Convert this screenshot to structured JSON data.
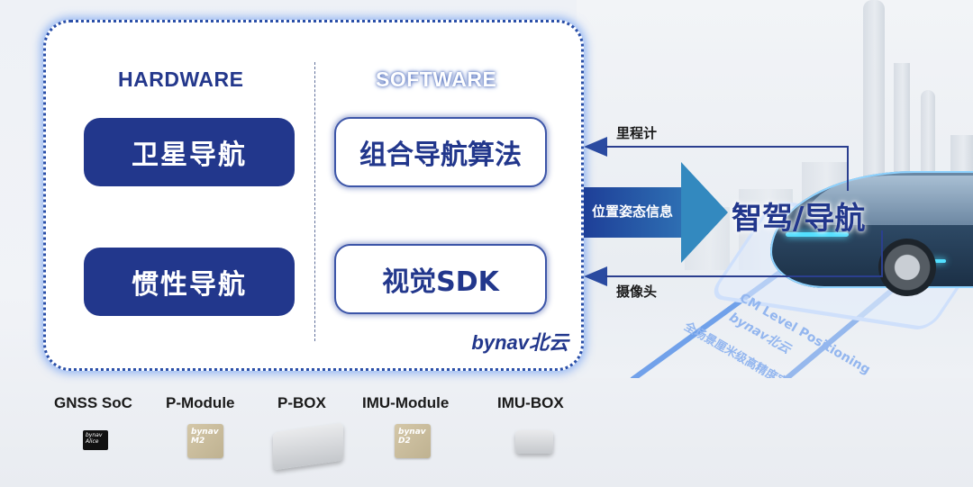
{
  "panel": {
    "hardware_title": "HARDWARE",
    "software_title": "SOFTWARE",
    "hardware_items": [
      "卫星导航",
      "惯性导航"
    ],
    "software_items": [
      "组合导航算法",
      "视觉SDK"
    ],
    "logo": "bynav北云"
  },
  "flows": {
    "odometer_label": "里程计",
    "output_label": "位置姿态信息",
    "camera_label": "摄像头"
  },
  "target": {
    "title": "智驾/导航"
  },
  "pad_text": {
    "line1": "CM Level Positioning",
    "line2": "bynav北云",
    "line3": "全场景厘米级高精度定位"
  },
  "products": [
    {
      "label": "GNSS SoC",
      "thumb_text": "bynav Alice"
    },
    {
      "label": "P-Module",
      "thumb_text": "bynav M2"
    },
    {
      "label": "P-BOX",
      "thumb_text": ""
    },
    {
      "label": "IMU-Module",
      "thumb_text": "bynav D2"
    },
    {
      "label": "IMU-BOX",
      "thumb_text": ""
    }
  ],
  "colors": {
    "brand_navy": "#22378c",
    "panel_glow": "#4a86f0",
    "arrow_gradient_start": "#1e3f98",
    "arrow_gradient_end": "#3389bf"
  }
}
